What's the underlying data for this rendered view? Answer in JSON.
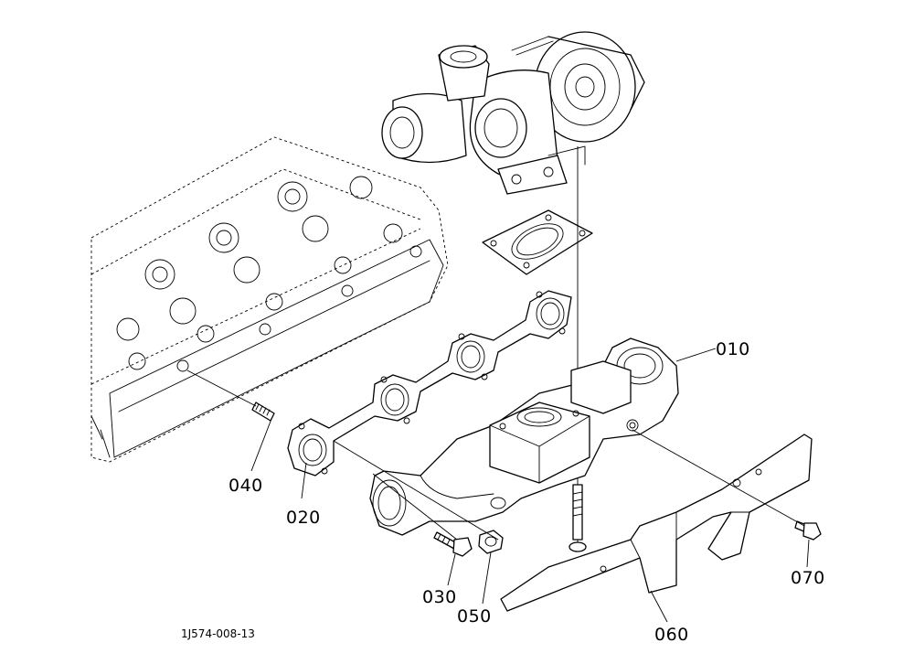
{
  "callouts": {
    "p010": "010",
    "p020": "020",
    "p030": "030",
    "p040": "040",
    "p050": "050",
    "p060": "060",
    "p070": "070"
  },
  "drawing_number": "1J574-008-13"
}
